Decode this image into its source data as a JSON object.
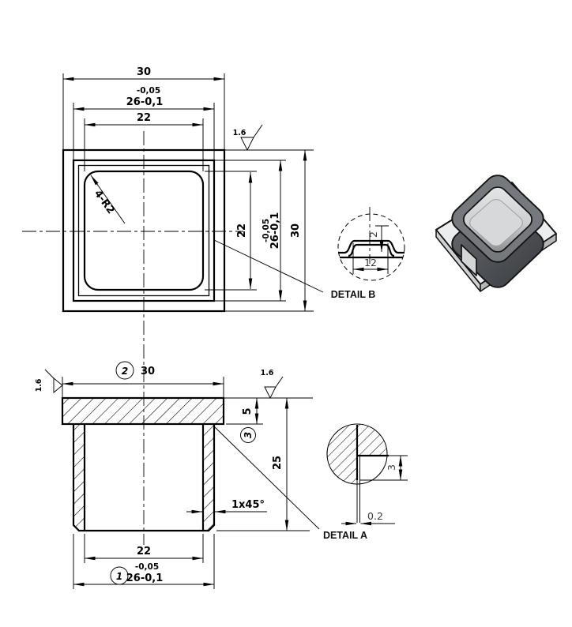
{
  "background": "#ffffff",
  "line_color": "#000000",
  "top_view": {
    "dim_30_top": "30",
    "tol_top": "-0,05",
    "dim_26_top": "26-0,1",
    "dim_22_top": "22",
    "dim_22_right": "22",
    "tol_right": "-0,05",
    "dim_26_right": "26-0,1",
    "dim_30_right": "30",
    "corner_radius": "4-R2",
    "roughness": "1.6"
  },
  "detail_b": {
    "label": "DETAIL B",
    "height": "2",
    "width": "12"
  },
  "section_view": {
    "balloon_top": "2",
    "dim_30": "30",
    "roughness_left": "1.6",
    "roughness_right": "1.6",
    "dim_5": "5",
    "balloon_right": "3",
    "dim_25": "25",
    "chamfer": "1x45°",
    "dim_22": "22",
    "balloon_bottom": "1",
    "tol_bottom": "-0,05",
    "dim_26": "26-0,1"
  },
  "detail_a": {
    "label": "DETAIL A",
    "depth": "3",
    "width": "0.2"
  },
  "iso_view": {
    "colors": {
      "plate_top": "#ecedee",
      "plate_left": "#cfd1d3",
      "plate_right": "#b4b6b8",
      "rim_top": "#75787c",
      "wall_dark": "#46494e",
      "wall_light": "#5f6266",
      "cavity_floor": "#d6d8d9",
      "notch": "#d3d5d6",
      "outline": "#141414"
    }
  }
}
